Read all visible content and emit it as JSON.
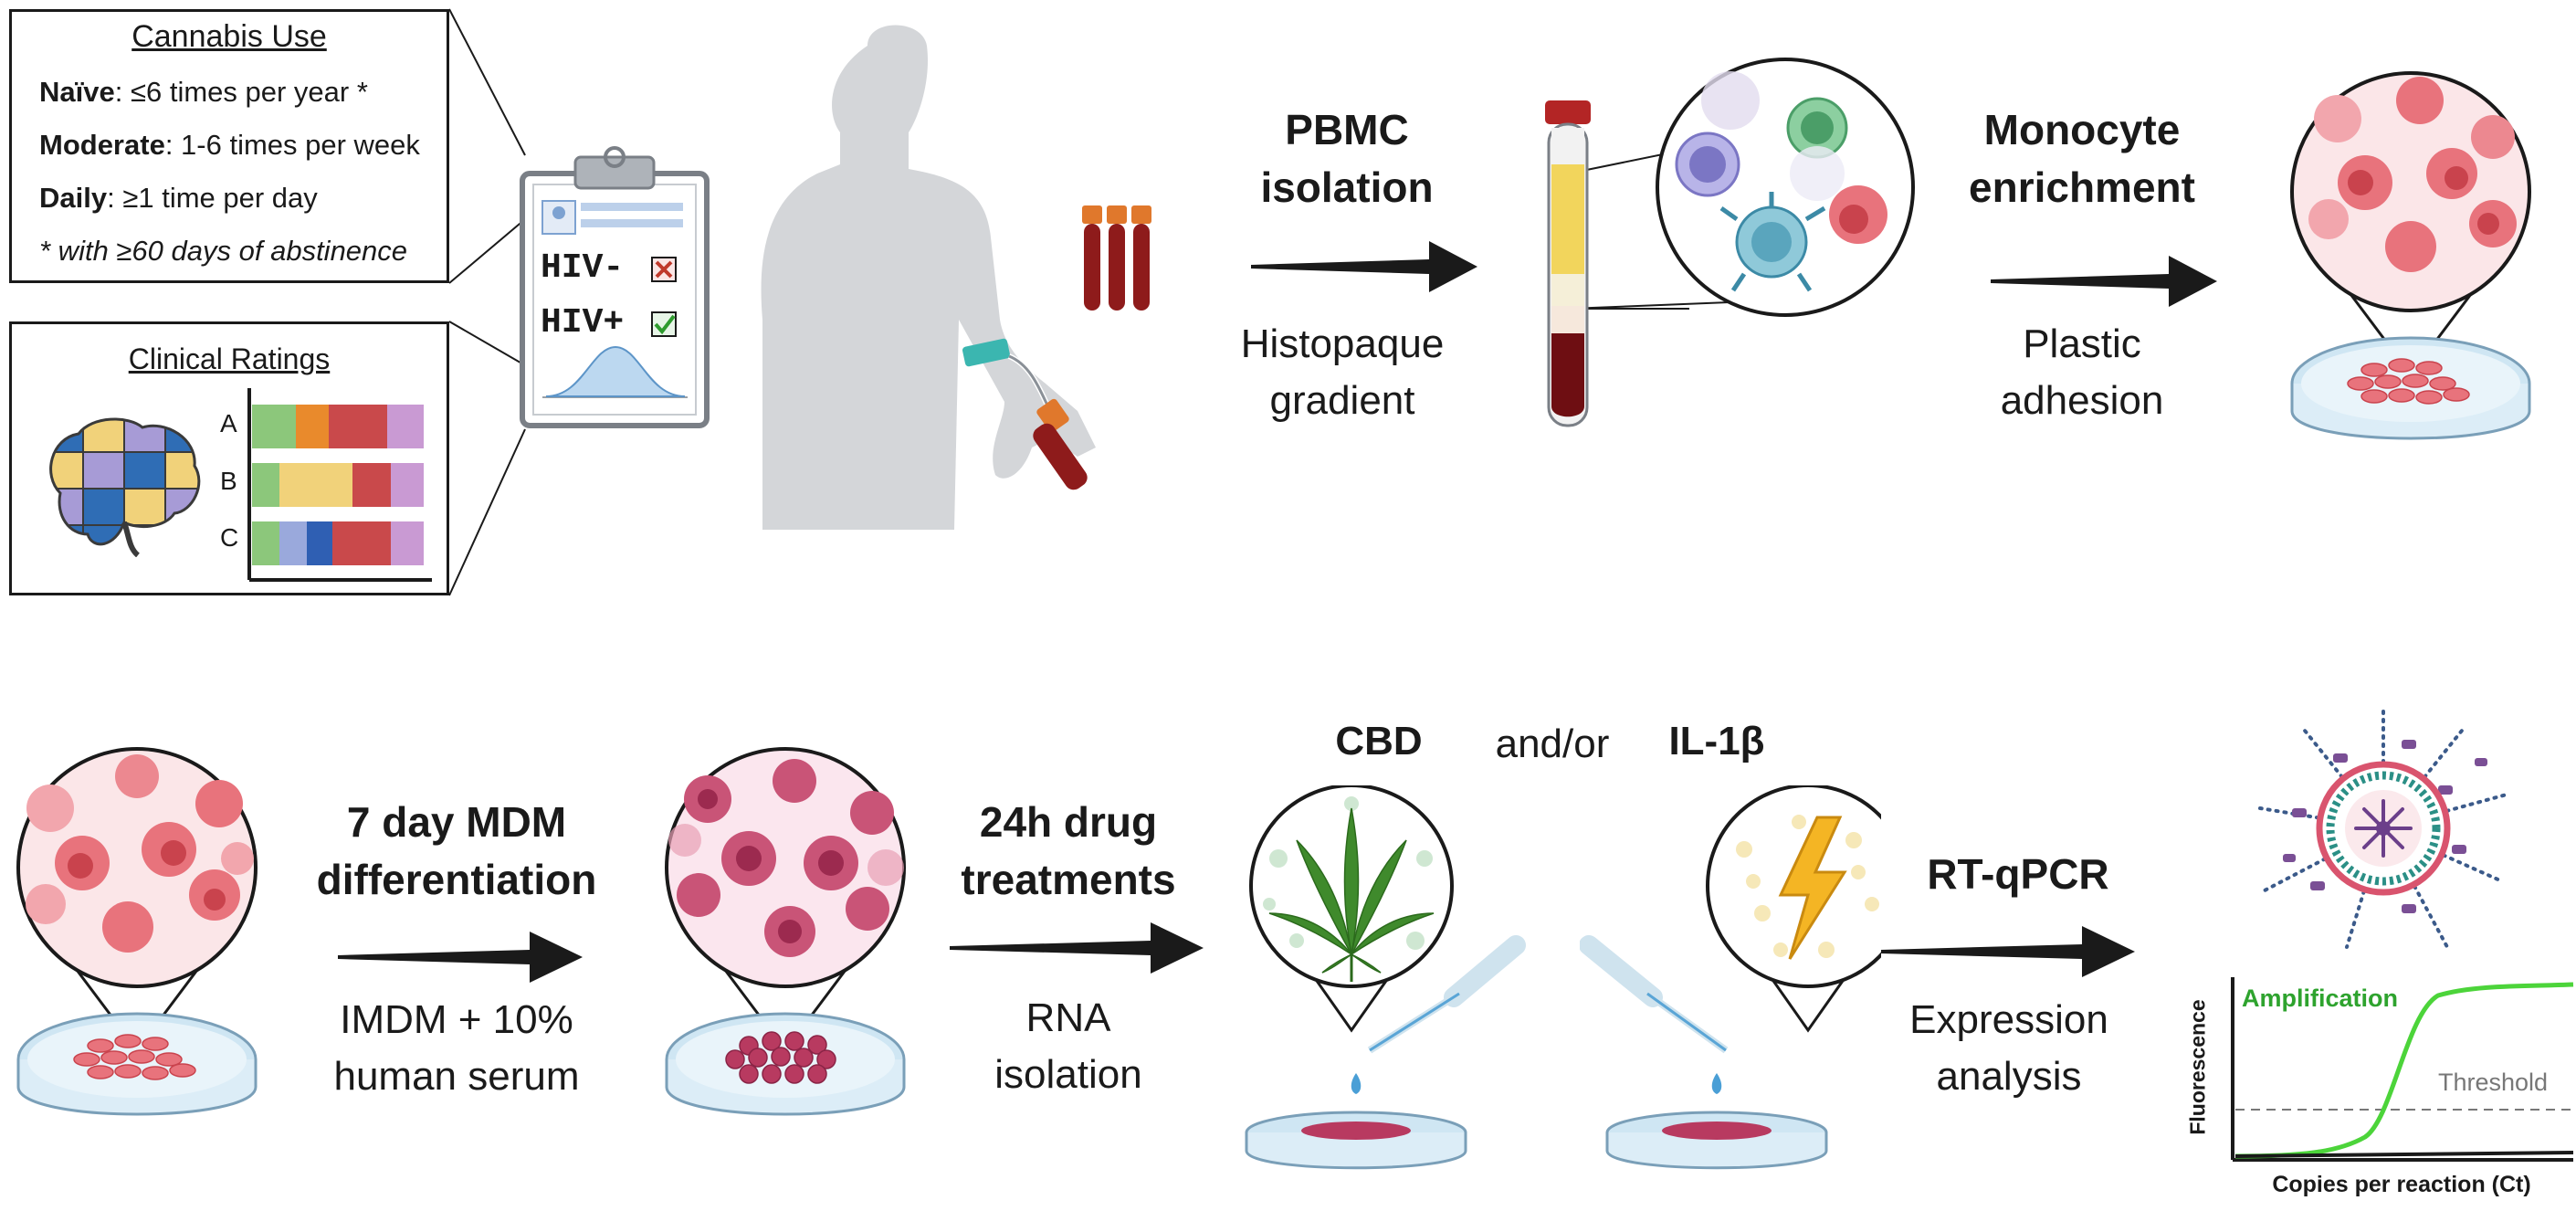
{
  "cannabis_use": {
    "title": "Cannabis Use",
    "naive_term": "Naïve",
    "naive_desc": ": ≤6 times per year *",
    "moderate_term": "Moderate",
    "moderate_desc": ": 1-6 times per week",
    "daily_term": "Daily",
    "daily_desc": ": ≥1 time per day",
    "footnote": "* with ≥60 days of abstinence"
  },
  "clinical_ratings": {
    "title": "Clinical Ratings",
    "rows": [
      "A",
      "B",
      "C"
    ]
  },
  "clipboard": {
    "hiv_neg": "HIV-",
    "hiv_pos": "HIV+"
  },
  "steps": {
    "pbmc_title_1": "PBMC",
    "pbmc_title_2": "isolation",
    "pbmc_sub_1": "Histopaque",
    "pbmc_sub_2": "gradient",
    "mono_title_1": "Monocyte",
    "mono_title_2": "enrichment",
    "mono_sub_1": "Plastic",
    "mono_sub_2": "adhesion",
    "mdm_title_1": "7 day MDM",
    "mdm_title_2": "differentiation",
    "mdm_sub_1": "IMDM + 10%",
    "mdm_sub_2": "human serum",
    "drug_title_1": "24h drug",
    "drug_title_2": "treatments",
    "drug_sub_1": "RNA",
    "drug_sub_2": "isolation",
    "cbd": "CBD",
    "andor": "and/or",
    "il1b": "IL-1β",
    "qpcr_title": "RT-qPCR",
    "qpcr_sub_1": "Expression",
    "qpcr_sub_2": "analysis"
  },
  "qpcr_plot": {
    "amplification": "Amplification",
    "threshold": "Threshold",
    "ylabel": "Fluorescence",
    "xlabel": "Copies per reaction (Ct)"
  },
  "colors": {
    "arrow": "#1a1a1a",
    "cell_pink": "#e8737c",
    "cell_dark": "#b83a60",
    "dish_blue": "#cfe6f3",
    "blood": "#8e1b1b",
    "plasma": "#f2d55c",
    "amplification_green": "#2ea32e",
    "silhouette": "#d4d6d9"
  },
  "icons": [
    "clipboard-icon",
    "brain-puzzle-icon",
    "human-silhouette-icon",
    "blood-tube-icon",
    "cannabis-leaf-icon",
    "lightning-icon",
    "pipette-icon",
    "petri-dish-icon",
    "rna-complex-icon"
  ]
}
